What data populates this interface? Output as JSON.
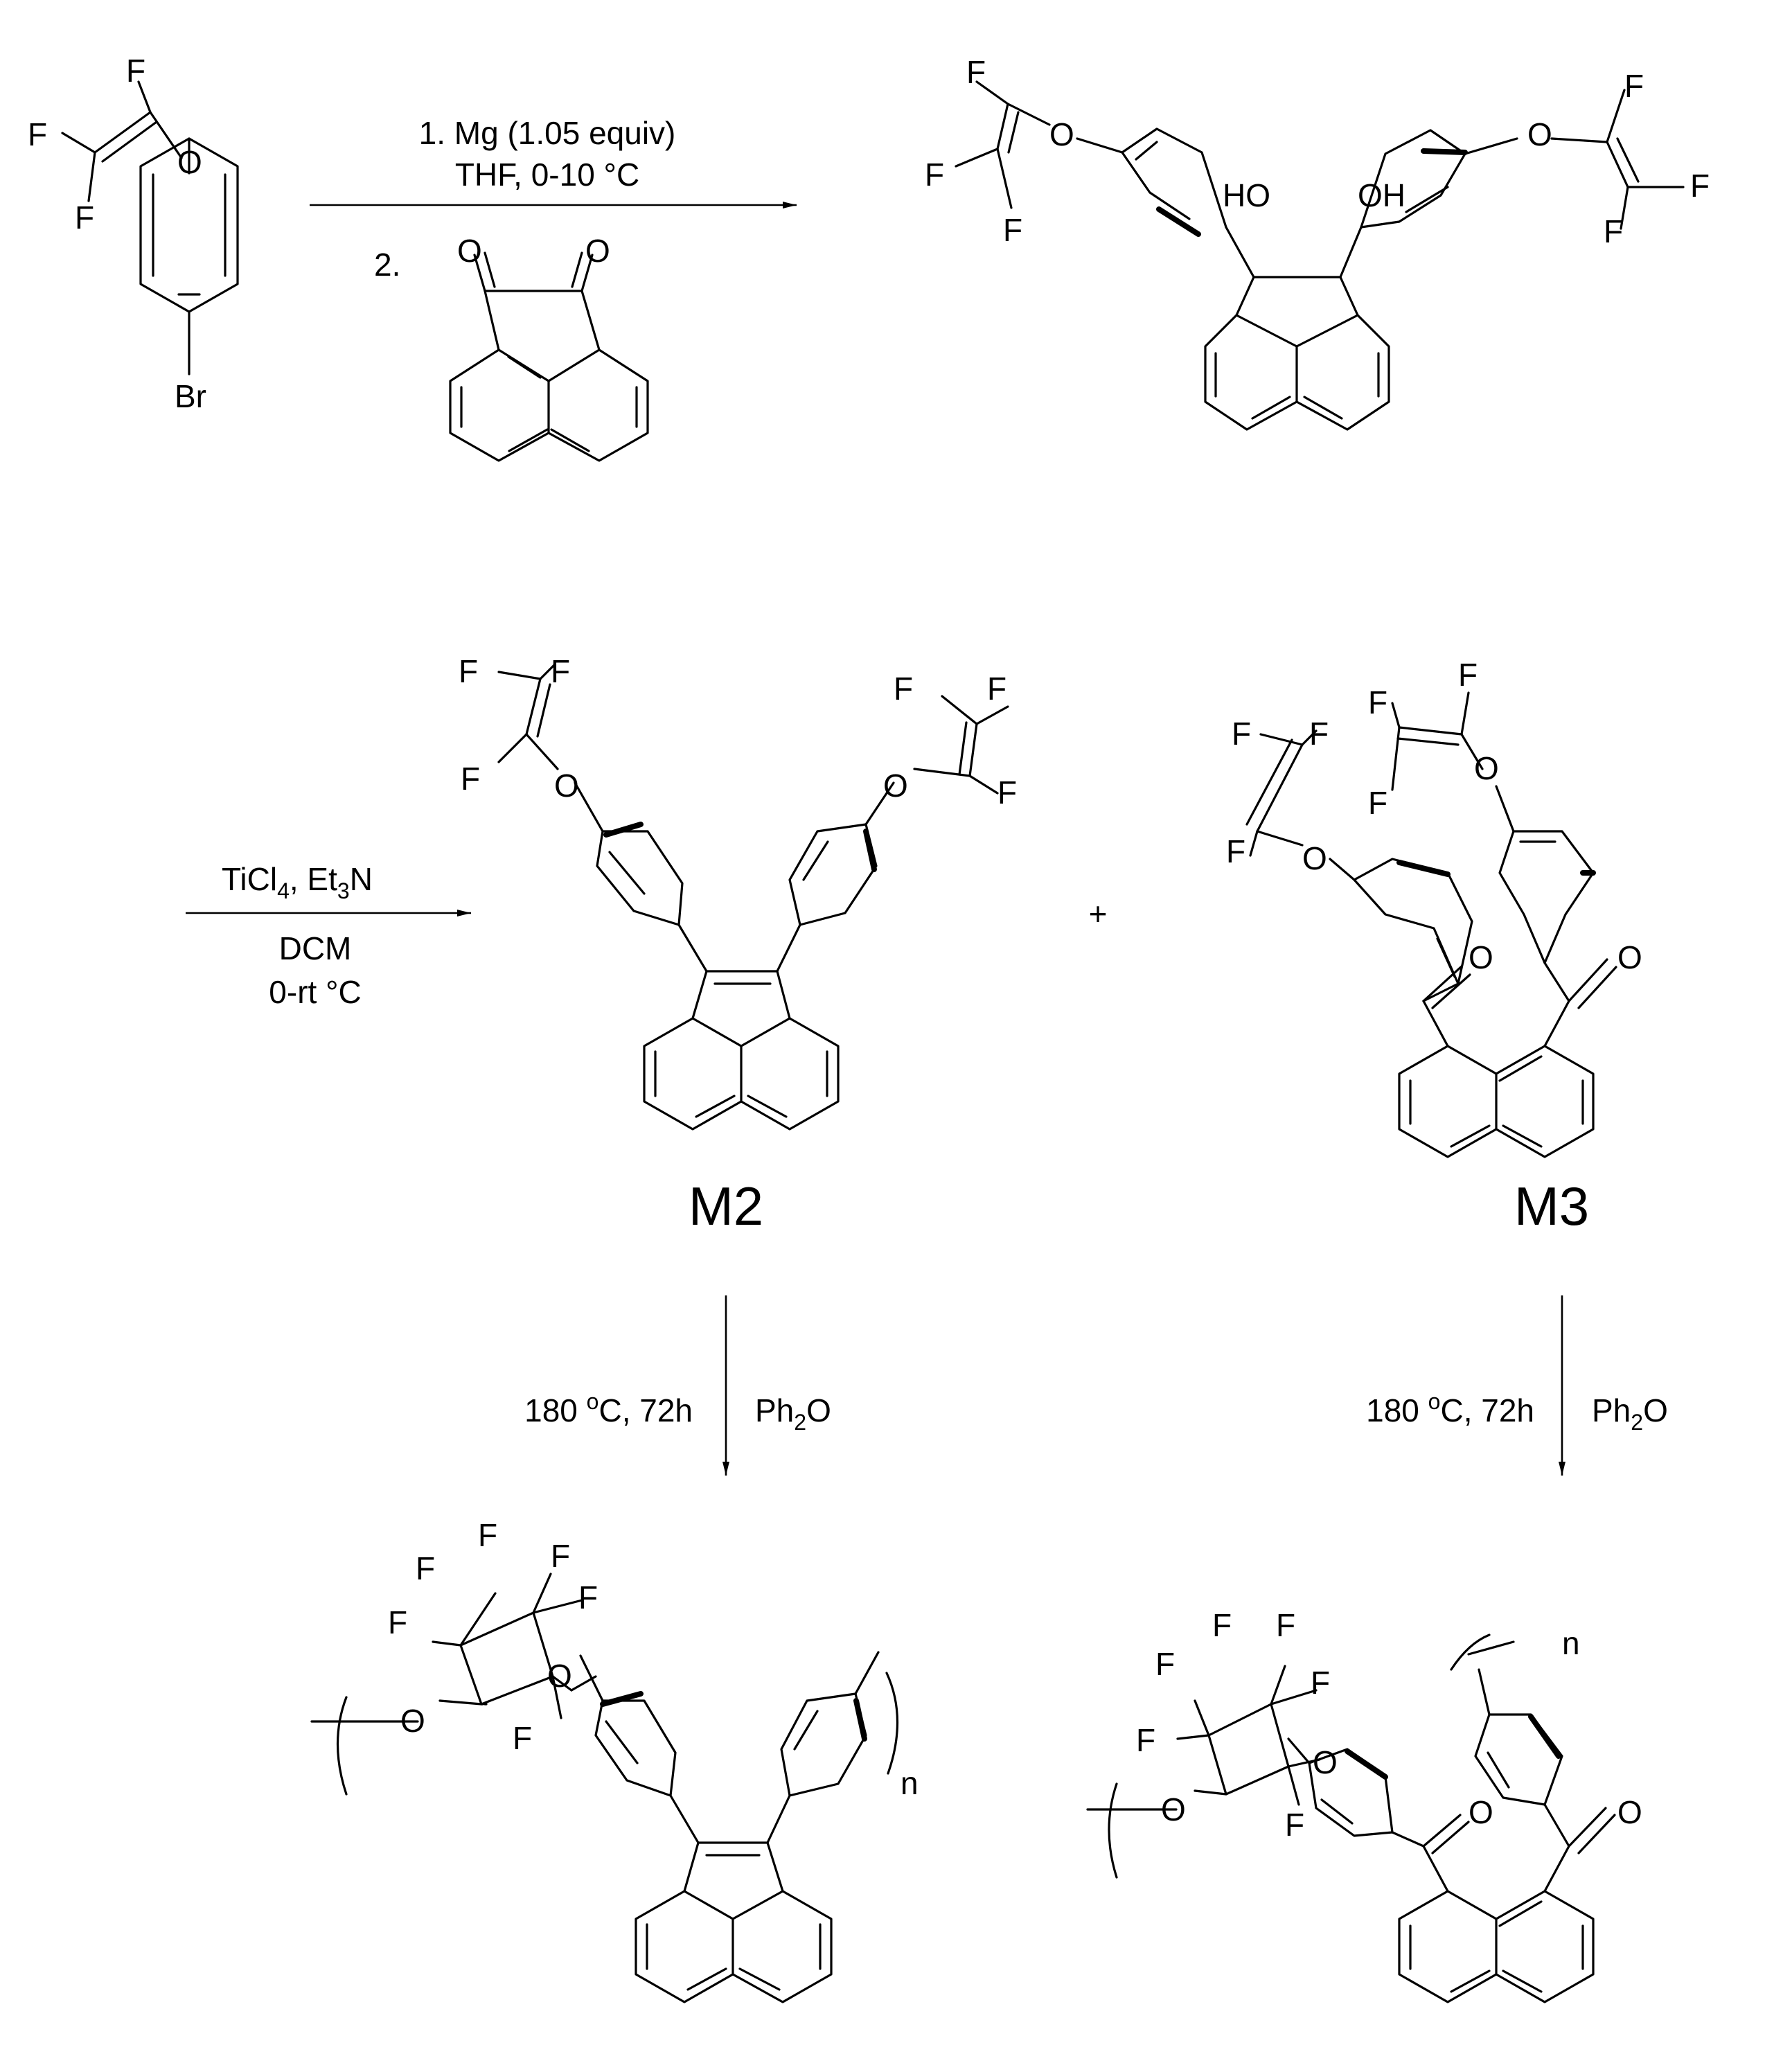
{
  "diagram": {
    "atoms": {
      "F": "F",
      "O": "O",
      "Br": "Br",
      "HO": "HO",
      "OH": "OH",
      "n": "n"
    },
    "step1": {
      "line1": "1. Mg (1.05 equiv)",
      "line2": "THF, 0-10 °C",
      "step2_number": "2."
    },
    "step2": {
      "reagent_a": "TiCl",
      "reagent_a_sub": "4",
      "reagent_sep": ", Et",
      "reagent_b_sub": "3",
      "reagent_b_tail": "N",
      "solvent": "DCM",
      "temperature": "0-rt °C"
    },
    "plus": "+",
    "labels": {
      "m2": "M2",
      "m3": "M3"
    },
    "polymerization": {
      "conditions_main": "180 ",
      "conditions_sup": "o",
      "conditions_tail": "C, 72h",
      "solvent_main": "Ph",
      "solvent_sub": "2",
      "solvent_tail": "O"
    }
  }
}
